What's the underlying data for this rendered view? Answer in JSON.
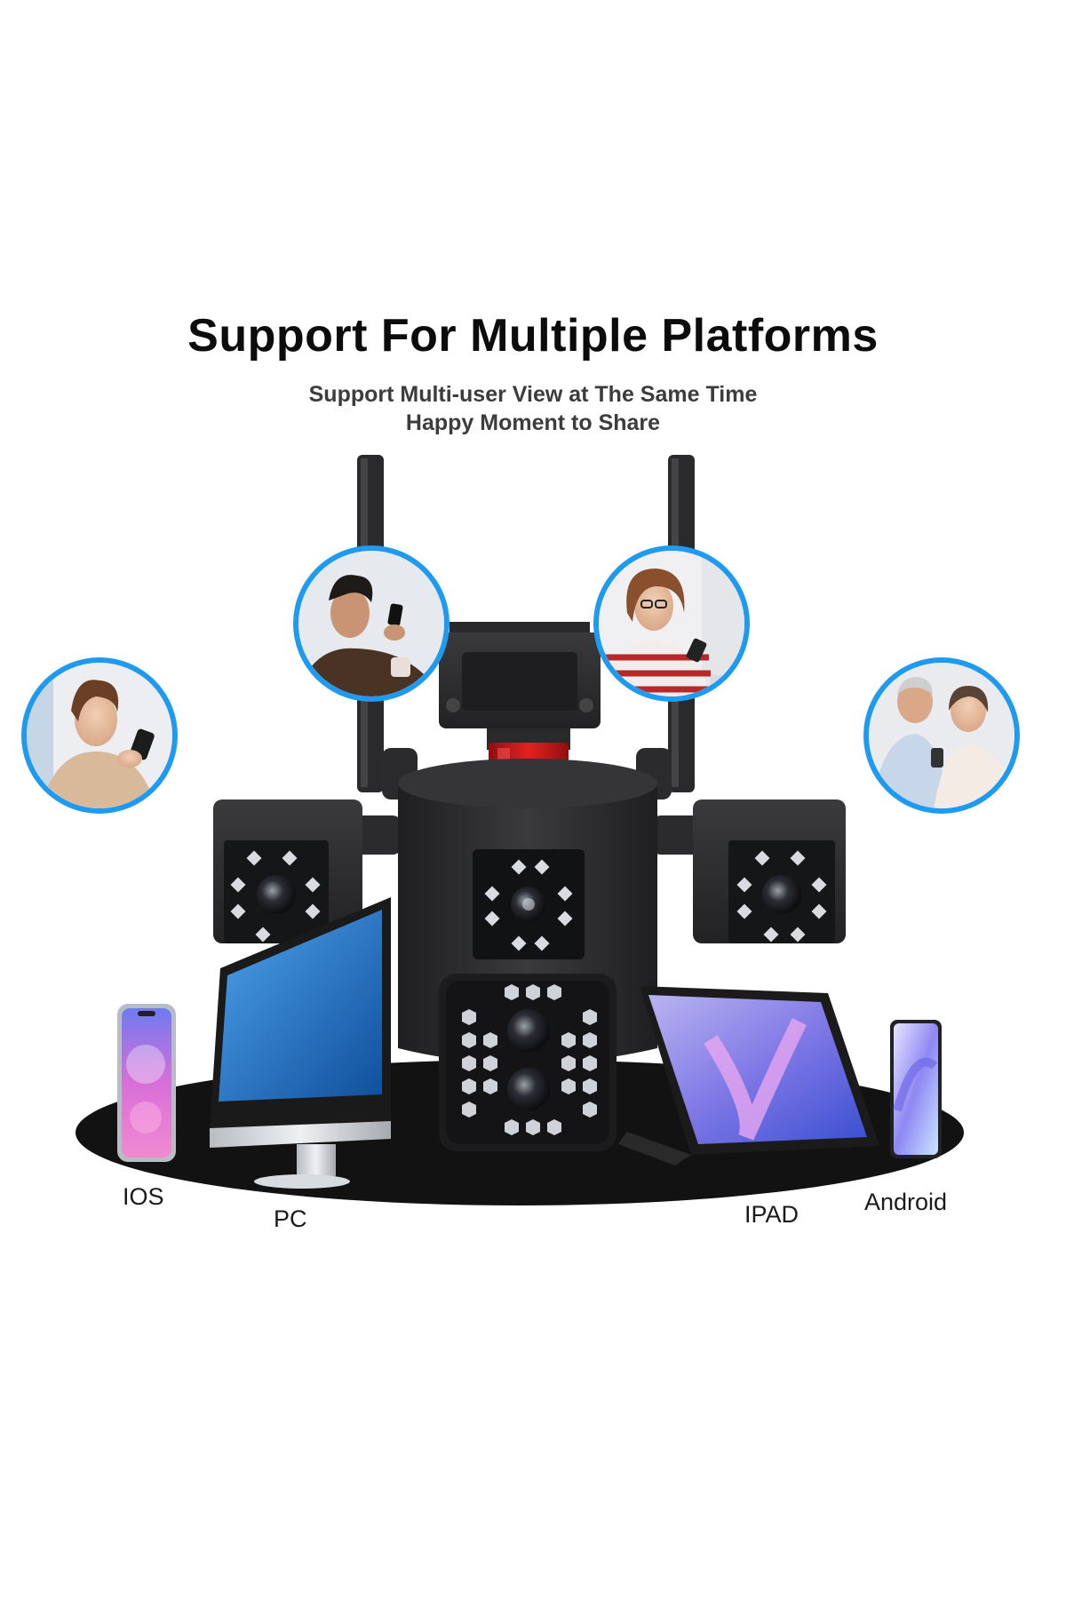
{
  "header": {
    "title": "Support For Multiple Platforms",
    "subtitle_line1": "Support Multi-user View at The Same Time",
    "subtitle_line2": "Happy Moment to Share"
  },
  "platforms": [
    {
      "label": "IOS"
    },
    {
      "label": "PC"
    },
    {
      "label": "IPAD"
    },
    {
      "label": "Android"
    }
  ],
  "colors": {
    "ring_blue": "#1e9af0",
    "camera_body": "#2b2b2d",
    "camera_dark": "#1c1c1e",
    "beacon_red": "#d41818",
    "floor_black": "#111111",
    "screen_blue": "#1f6fc4"
  }
}
